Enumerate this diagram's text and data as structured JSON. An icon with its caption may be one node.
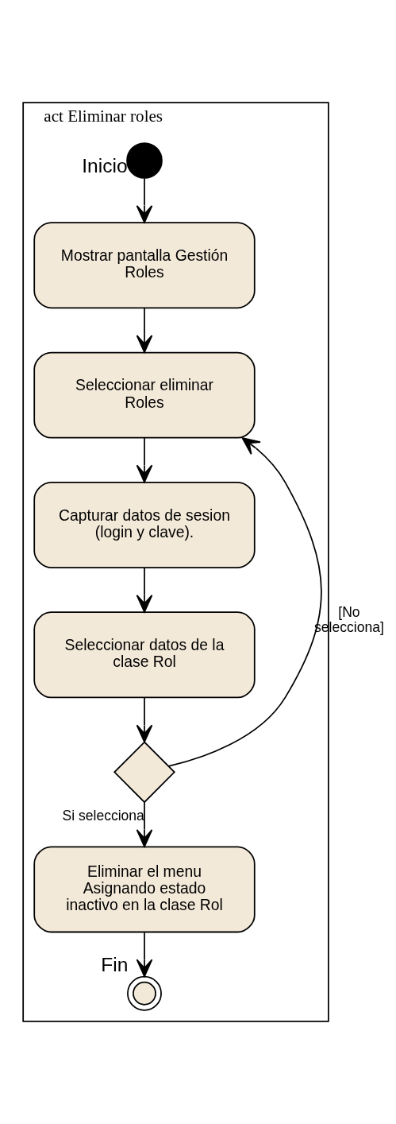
{
  "diagram": {
    "nodes": [
      {
        "text": [
          "act Eliminar roles"
        ]
      },
      {
        "text": [],
        "shape": "circle",
        "beside": [
          "Inicio"
        ],
        "in": 0
      },
      {
        "text": [
          "Mostrar pantalla Gestión Roles"
        ],
        "in": 0
      },
      {
        "text": [
          "Seleccionar eliminar Roles"
        ],
        "in": 0
      },
      {
        "text": [
          "Capturar datos de sesion (login y clave)."
        ],
        "in": 0
      },
      {
        "text": [
          "Seleccionar datos de la clase Rol"
        ],
        "in": 0
      },
      {
        "text": [],
        "shape": "diamond",
        "in": 0
      },
      {
        "text": [
          "Eliminar el menu Asignando estado inactivo en la clase Rol"
        ],
        "in": 0
      },
      {
        "text": [],
        "shape": "circle",
        "beside": [
          "Fin"
        ],
        "in": 0
      }
    ],
    "edges": [
      {
        "from": 1,
        "to": 2,
        "arrow": "to"
      },
      {
        "from": 2,
        "to": 3,
        "arrow": "to"
      },
      {
        "from": 3,
        "to": 4,
        "arrow": "to"
      },
      {
        "from": 4,
        "to": 5,
        "arrow": "to"
      },
      {
        "from": 5,
        "to": 6,
        "arrow": "to"
      },
      {
        "from": 6,
        "to": 3,
        "arrow": "to",
        "label": "[No selecciona]"
      },
      {
        "from": 6,
        "to": 7,
        "arrow": "to",
        "label": "Si selecciona"
      },
      {
        "from": 7,
        "to": 8,
        "arrow": "to"
      }
    ]
  }
}
